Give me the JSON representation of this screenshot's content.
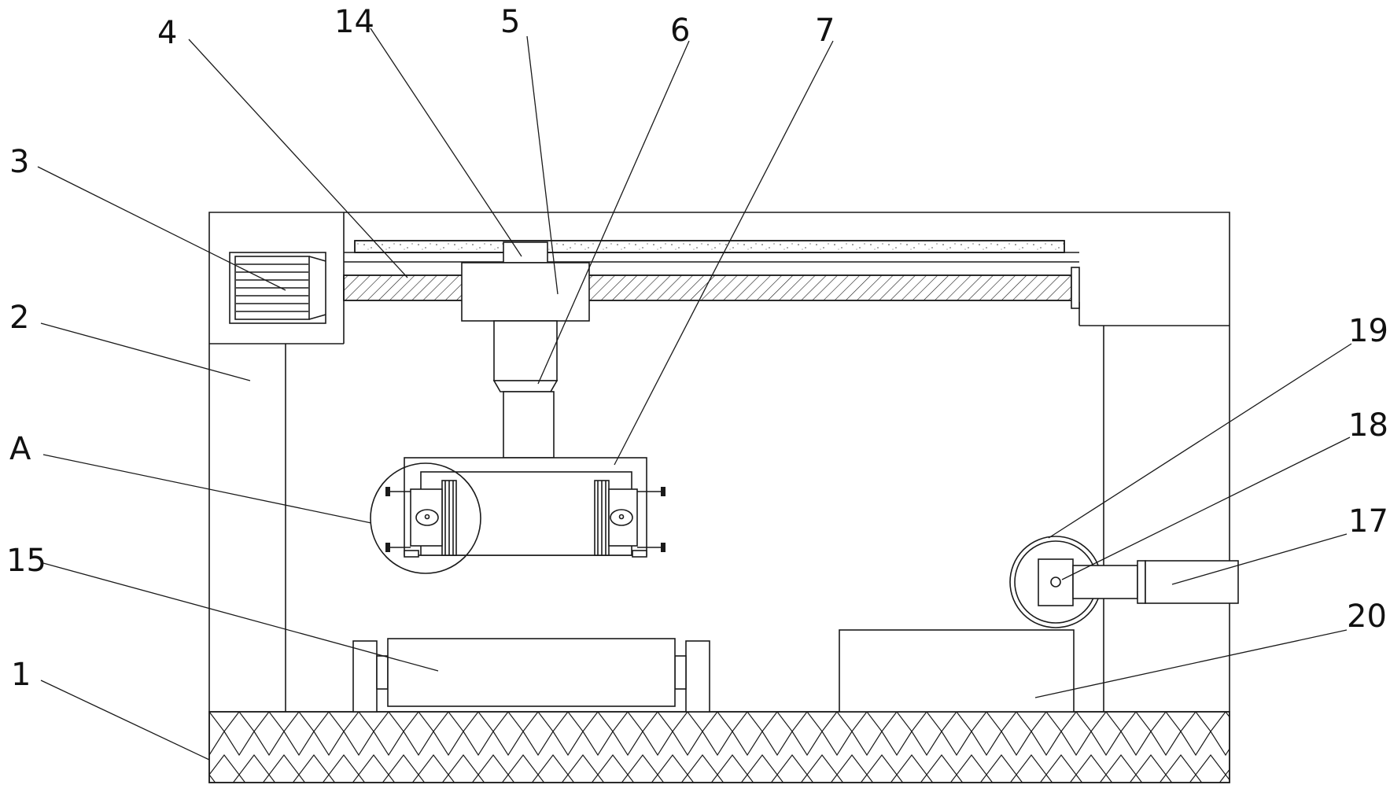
{
  "labels": {
    "base": "1",
    "frame": "2",
    "motor": "3",
    "lead_screw": "4",
    "slider_block": "5",
    "telescopic_rod": "6",
    "clamp_frame": "7",
    "upper_rail": "14",
    "roller_conveyor": "15",
    "drive_unit": "17",
    "shaft": "18",
    "grinding_wheel": "19",
    "collection_box": "20",
    "detail_a": "A"
  }
}
